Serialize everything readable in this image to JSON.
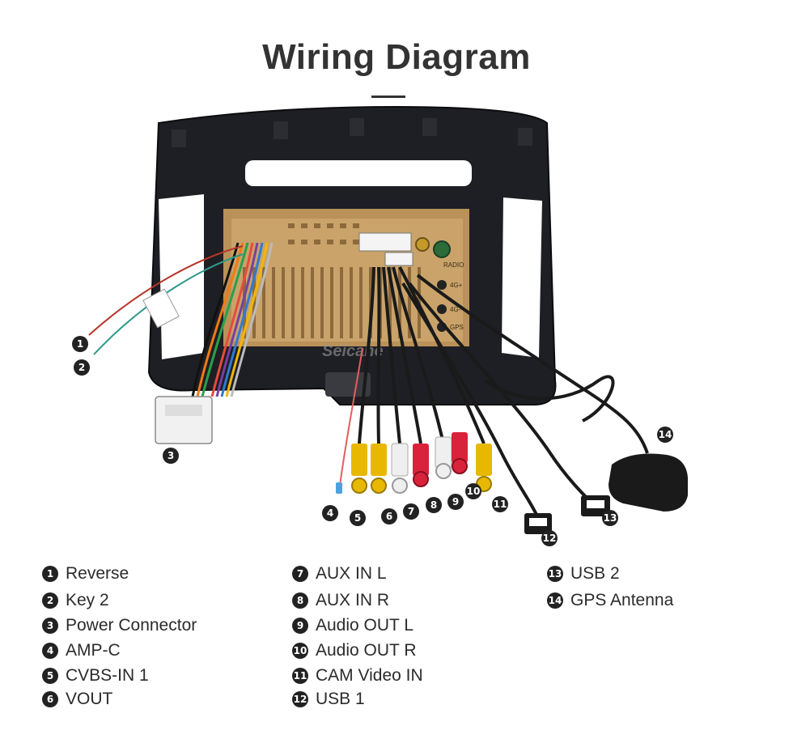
{
  "title": "Wiring Diagram",
  "watermark": "Seicane",
  "unit_labels": {
    "radio": "RADIO",
    "fourg_a": "4G+",
    "fourg_b": "4G-",
    "gps": "GPS"
  },
  "callouts": [
    {
      "num": "1"
    },
    {
      "num": "2"
    },
    {
      "num": "3"
    },
    {
      "num": "4"
    },
    {
      "num": "5"
    },
    {
      "num": "6"
    },
    {
      "num": "7"
    },
    {
      "num": "8"
    },
    {
      "num": "9"
    },
    {
      "num": "10"
    },
    {
      "num": "11"
    },
    {
      "num": "12"
    },
    {
      "num": "13"
    },
    {
      "num": "14"
    }
  ],
  "legend": [
    {
      "num": "1",
      "label": "Reverse"
    },
    {
      "num": "2",
      "label": "Key 2"
    },
    {
      "num": "3",
      "label": "Power Connector"
    },
    {
      "num": "4",
      "label": "AMP-C"
    },
    {
      "num": "5",
      "label": "CVBS-IN 1"
    },
    {
      "num": "6",
      "label": "VOUT"
    },
    {
      "num": "7",
      "label": "AUX IN L"
    },
    {
      "num": "8",
      "label": "AUX IN R"
    },
    {
      "num": "9",
      "label": "Audio OUT L"
    },
    {
      "num": "10",
      "label": "Audio OUT R"
    },
    {
      "num": "11",
      "label": "CAM Video IN"
    },
    {
      "num": "12",
      "label": "USB 1"
    },
    {
      "num": "13",
      "label": "USB 2"
    },
    {
      "num": "14",
      "label": "GPS Antenna"
    }
  ],
  "colors": {
    "frame": "#1e1f24",
    "unit_gold": "#c9a36a",
    "rca_yellow": "#e8b800",
    "rca_red": "#d9233a",
    "rca_white": "#efefef",
    "cable_black": "#1a1a1a"
  }
}
